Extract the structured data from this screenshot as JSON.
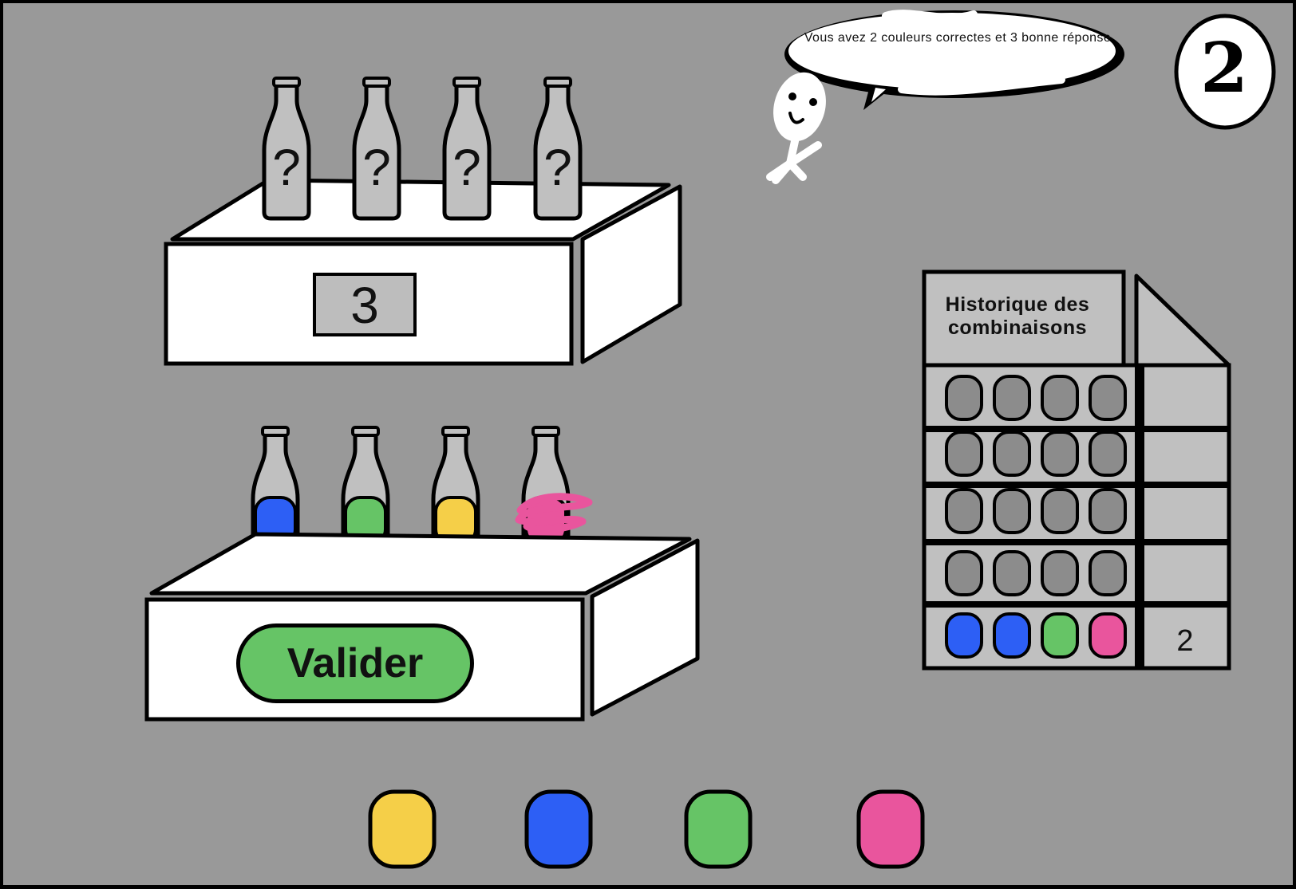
{
  "speech": {
    "message": "Vous avez 2 couleurs correctes et 3 bonne réponse"
  },
  "score": {
    "value": "2"
  },
  "hidden_combination": {
    "slots": [
      "?",
      "?",
      "?",
      "?"
    ],
    "counter": "3"
  },
  "current_guess": {
    "bottles": [
      "blue",
      "green",
      "yellow",
      "pink"
    ],
    "validate_label": "Valider"
  },
  "history": {
    "title": "Historique des combinaisons",
    "rows": [
      {
        "pegs": [
          "empty",
          "empty",
          "empty",
          "empty"
        ],
        "result": ""
      },
      {
        "pegs": [
          "empty",
          "empty",
          "empty",
          "empty"
        ],
        "result": ""
      },
      {
        "pegs": [
          "empty",
          "empty",
          "empty",
          "empty"
        ],
        "result": ""
      },
      {
        "pegs": [
          "empty",
          "empty",
          "empty",
          "empty"
        ],
        "result": ""
      },
      {
        "pegs": [
          "blue",
          "blue",
          "green",
          "pink"
        ],
        "result": "2"
      }
    ]
  },
  "palette": {
    "swatches": [
      "yellow",
      "blue",
      "green",
      "pink"
    ]
  },
  "colors": {
    "background": "#999999",
    "yellow": "#f5cf48",
    "blue": "#2d5ff5",
    "green": "#66c466",
    "pink": "#e9559d",
    "empty": "#8c8c8c",
    "bottle_glass": "#c0c0c0",
    "panel_light": "#c0c0c0"
  }
}
